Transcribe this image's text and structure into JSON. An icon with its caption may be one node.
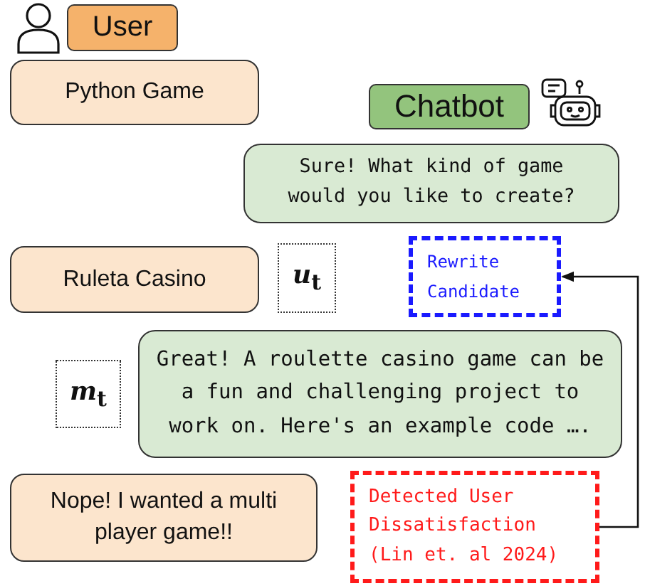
{
  "diagram": {
    "nodes": [
      {
        "text": [
          "User"
        ]
      },
      {
        "text": [
          "Python Game"
        ]
      },
      {
        "text": [
          "Chatbot"
        ]
      },
      {
        "text": [
          "Sure! What kind of game would you like to create?"
        ]
      },
      {
        "text": [
          "Ruleta Casino"
        ]
      },
      {
        "text": [
          "*u*$_{t}$"
        ]
      },
      {
        "text": [
          "Rewrite Candidate"
        ]
      },
      {
        "text": [
          "*m*$_{t}$"
        ]
      },
      {
        "text": [
          "Great! A roulette casino game can be a fun and challenging project to work on. Here's an example code …."
        ]
      },
      {
        "text": [
          "Nope! I wanted a multi player game!!"
        ]
      },
      {
        "text": [
          "Detected User Dissatisfaction (Lin et. al 2024)"
        ]
      }
    ],
    "edges": [
      {
        "from": 10,
        "to": 6,
        "arrow": "to"
      }
    ]
  }
}
